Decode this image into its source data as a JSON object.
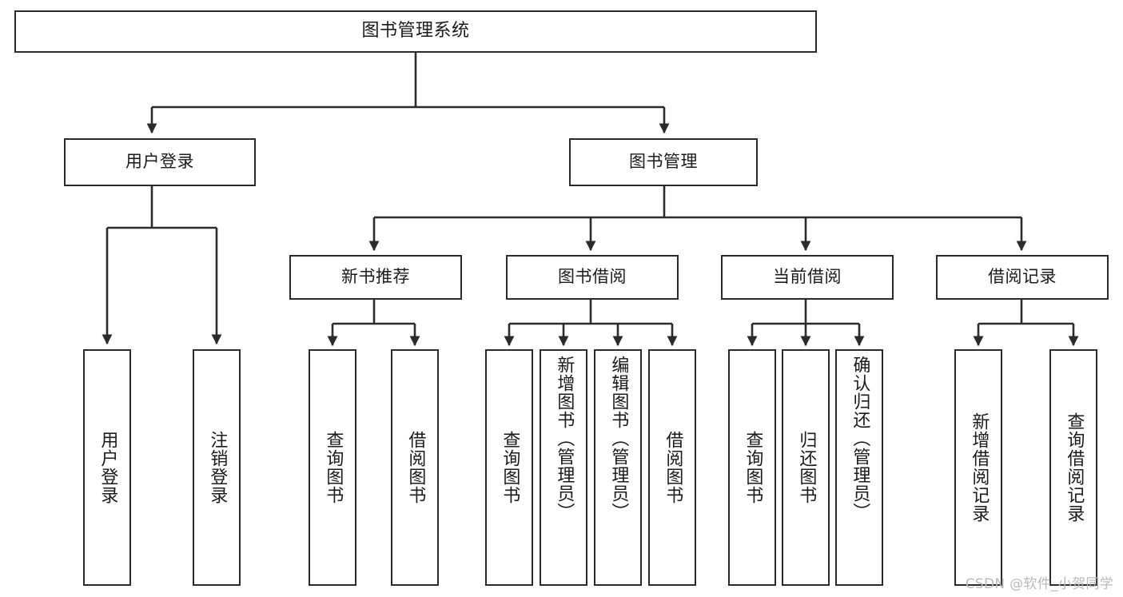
{
  "diagram": {
    "title_node": {
      "id": "root",
      "label": "图书管理系统"
    },
    "level2": [
      {
        "id": "user-login",
        "label": "用户登录"
      },
      {
        "id": "book-management",
        "label": "图书管理"
      }
    ],
    "level3": [
      {
        "id": "new-book-recommend",
        "label": "新书推荐"
      },
      {
        "id": "book-borrow",
        "label": "图书借阅"
      },
      {
        "id": "current-borrow",
        "label": "当前借阅"
      },
      {
        "id": "borrow-record",
        "label": "借阅记录"
      }
    ],
    "leaves": {
      "user_login": [
        {
          "id": "leaf-user-login",
          "label": "用户登录"
        },
        {
          "id": "leaf-logout-login",
          "label": "注销登录"
        }
      ],
      "new_book_recommend": [
        {
          "id": "leaf-query-book-1",
          "label": "查询图书"
        },
        {
          "id": "leaf-borrow-book-1",
          "label": "借阅图书"
        }
      ],
      "book_borrow": [
        {
          "id": "leaf-query-book-2",
          "label": "查询图书"
        },
        {
          "id": "leaf-add-book",
          "label": "新增图书（管理员）"
        },
        {
          "id": "leaf-edit-book",
          "label": "编辑图书（管理员）"
        },
        {
          "id": "leaf-borrow-book-2",
          "label": "借阅图书"
        }
      ],
      "current_borrow": [
        {
          "id": "leaf-query-book-3",
          "label": "查询图书"
        },
        {
          "id": "leaf-return-book",
          "label": "归还图书"
        },
        {
          "id": "leaf-confirm-return",
          "label": "确认归还（管理员）"
        }
      ],
      "borrow_record": [
        {
          "id": "leaf-add-record",
          "label": "新增借阅记录"
        },
        {
          "id": "leaf-query-record",
          "label": "查询借阅记录"
        }
      ]
    },
    "watermark": "CSDN @软件_小贺同学",
    "colors": {
      "stroke": "#2b2b2b",
      "fill": "#ffffff",
      "text": "#1a1a1a",
      "watermark": "#b9b9b9"
    }
  },
  "chart_data": {
    "type": "tree-diagram",
    "title": "图书管理系统",
    "orientation": "top-down",
    "levels": 4,
    "nodes": [
      {
        "label": "图书管理系统",
        "level": 0,
        "parent": null
      },
      {
        "label": "用户登录",
        "level": 1,
        "parent": "图书管理系统"
      },
      {
        "label": "图书管理",
        "level": 1,
        "parent": "图书管理系统"
      },
      {
        "label": "用户登录",
        "level": 2,
        "parent": "用户登录"
      },
      {
        "label": "注销登录",
        "level": 2,
        "parent": "用户登录"
      },
      {
        "label": "新书推荐",
        "level": 2,
        "parent": "图书管理"
      },
      {
        "label": "图书借阅",
        "level": 2,
        "parent": "图书管理"
      },
      {
        "label": "当前借阅",
        "level": 2,
        "parent": "图书管理"
      },
      {
        "label": "借阅记录",
        "level": 2,
        "parent": "图书管理"
      },
      {
        "label": "查询图书",
        "level": 3,
        "parent": "新书推荐"
      },
      {
        "label": "借阅图书",
        "level": 3,
        "parent": "新书推荐"
      },
      {
        "label": "查询图书",
        "level": 3,
        "parent": "图书借阅"
      },
      {
        "label": "新增图书（管理员）",
        "level": 3,
        "parent": "图书借阅"
      },
      {
        "label": "编辑图书（管理员）",
        "level": 3,
        "parent": "图书借阅"
      },
      {
        "label": "借阅图书",
        "level": 3,
        "parent": "图书借阅"
      },
      {
        "label": "查询图书",
        "level": 3,
        "parent": "当前借阅"
      },
      {
        "label": "归还图书",
        "level": 3,
        "parent": "当前借阅"
      },
      {
        "label": "确认归还（管理员）",
        "level": 3,
        "parent": "当前借阅"
      },
      {
        "label": "新增借阅记录",
        "level": 3,
        "parent": "借阅记录"
      },
      {
        "label": "查询借阅记录",
        "level": 3,
        "parent": "借阅记录"
      }
    ]
  }
}
